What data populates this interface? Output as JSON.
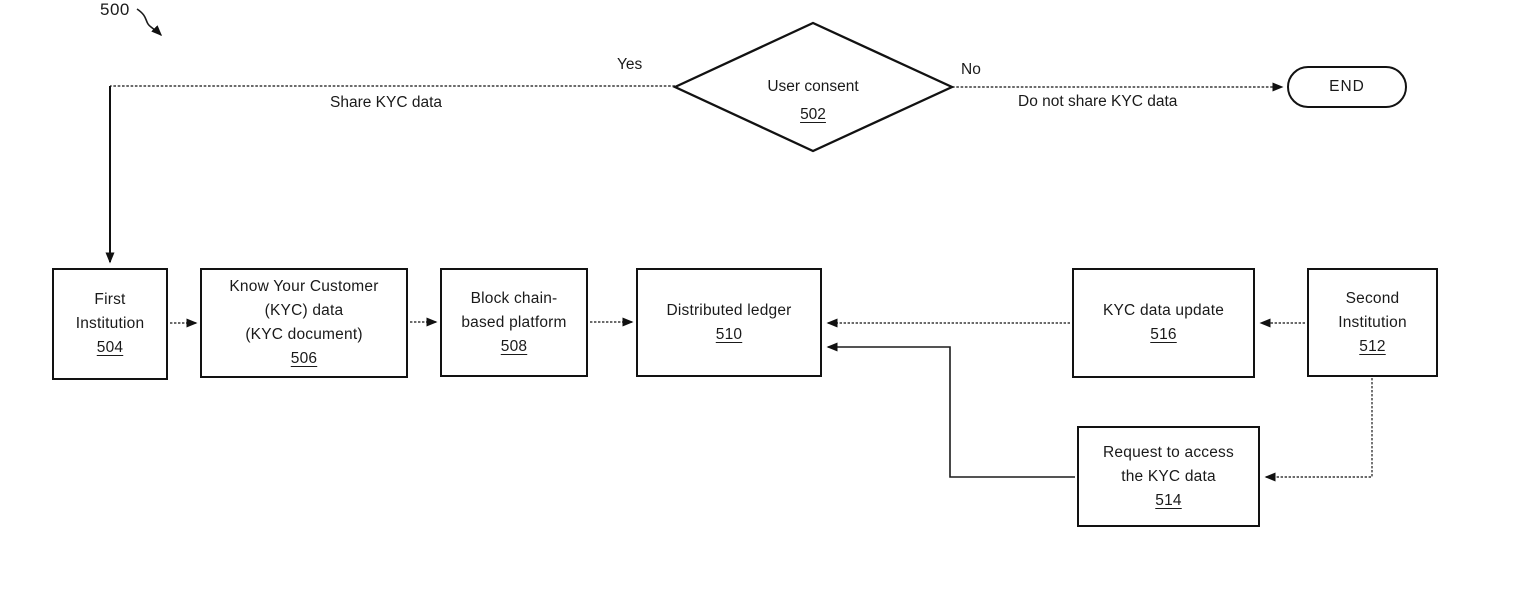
{
  "figure": {
    "ref_label": "500",
    "nodes": {
      "decision": {
        "label": "User consent",
        "ref": "502"
      },
      "first_institution": {
        "line1": "First",
        "line2": "Institution",
        "ref": "504"
      },
      "kyc_data": {
        "line1": "Know Your Customer",
        "line2": "(KYC) data",
        "line3": "(KYC document)",
        "ref": "506"
      },
      "blockchain_platform": {
        "line1": "Block chain-",
        "line2": "based platform",
        "ref": "508"
      },
      "distributed_ledger": {
        "label": "Distributed ledger",
        "ref": "510"
      },
      "kyc_update": {
        "label": "KYC data update",
        "ref": "516"
      },
      "second_institution": {
        "line1": "Second",
        "line2": "Institution",
        "ref": "512"
      },
      "request_access": {
        "line1": "Request to access",
        "line2": "the KYC data",
        "ref": "514"
      },
      "end": {
        "label": "END"
      }
    },
    "edge_labels": {
      "yes": "Yes",
      "no": "No",
      "share": "Share KYC data",
      "no_share": "Do not share KYC data"
    },
    "colors": {
      "line": "#3a3a3a",
      "solid_line": "#111111",
      "box_border": "#121212",
      "background": "#ffffff",
      "text": "#1a1a1a"
    }
  }
}
